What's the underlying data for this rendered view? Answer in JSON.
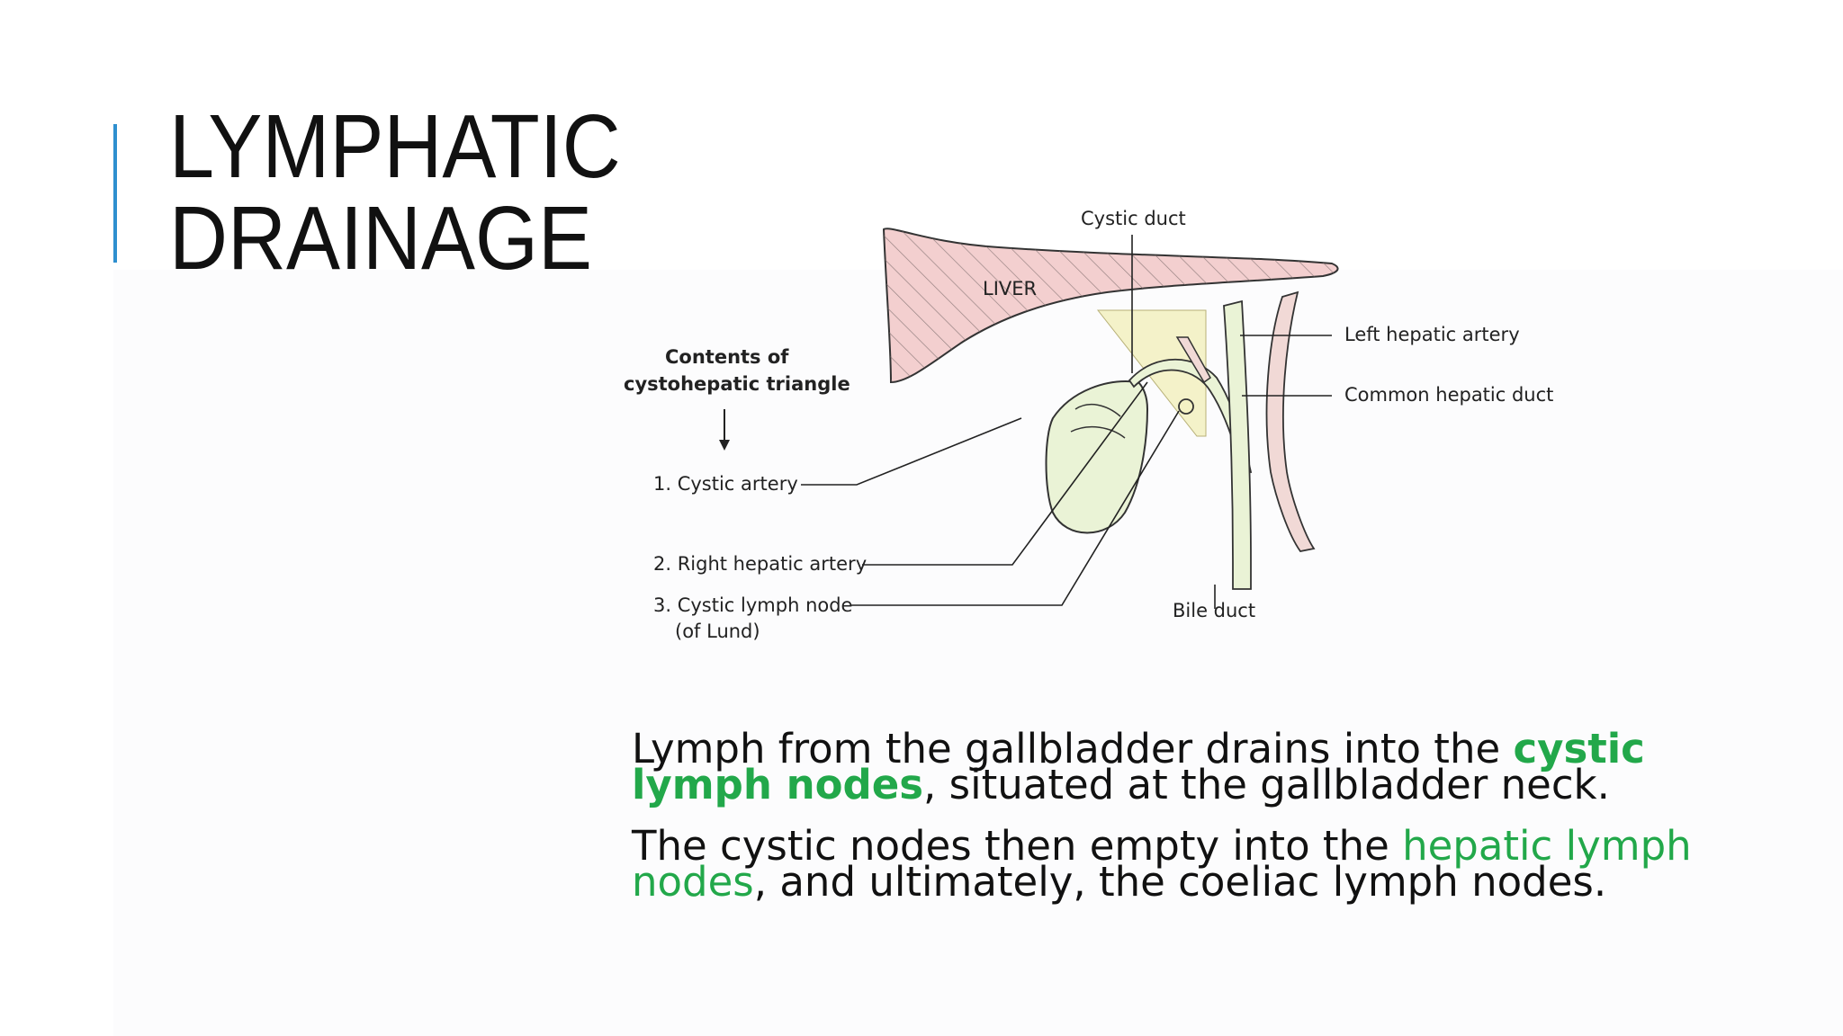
{
  "title": {
    "line1": "LYMPHATIC",
    "line2": "DRAINAGE"
  },
  "figure": {
    "labels": {
      "liver": "LIVER",
      "cystic_duct": "Cystic duct",
      "left_hepatic_artery": "Left hepatic artery",
      "common_hepatic_duct": "Common hepatic duct",
      "bile_duct": "Bile duct",
      "contents_heading_1": "Contents of",
      "contents_heading_2": "cystohepatic triangle",
      "item_1": "1. Cystic artery",
      "item_2": "2. Right hepatic artery",
      "item_3": "3. Cystic lymph node",
      "item_3_sub": "(of Lund)"
    },
    "colors": {
      "liver_fill": "#f3cfcf",
      "gallbladder_fill": "#eaf3d6",
      "artery_fill": "#f1d9d6",
      "outline": "#333333"
    }
  },
  "body": {
    "p1": {
      "before": "Lymph from the gallbladder drains into the ",
      "highlight": "cystic lymph nodes",
      "after": ", situated at the gallbladder neck."
    },
    "p2": {
      "before": "The cystic nodes then empty into the ",
      "highlight": "hepatic lymph nodes",
      "after": ", and ultimately, the coeliac lymph nodes."
    },
    "highlight_color": "#22a84a",
    "accent_color": "#2e8fcf"
  }
}
